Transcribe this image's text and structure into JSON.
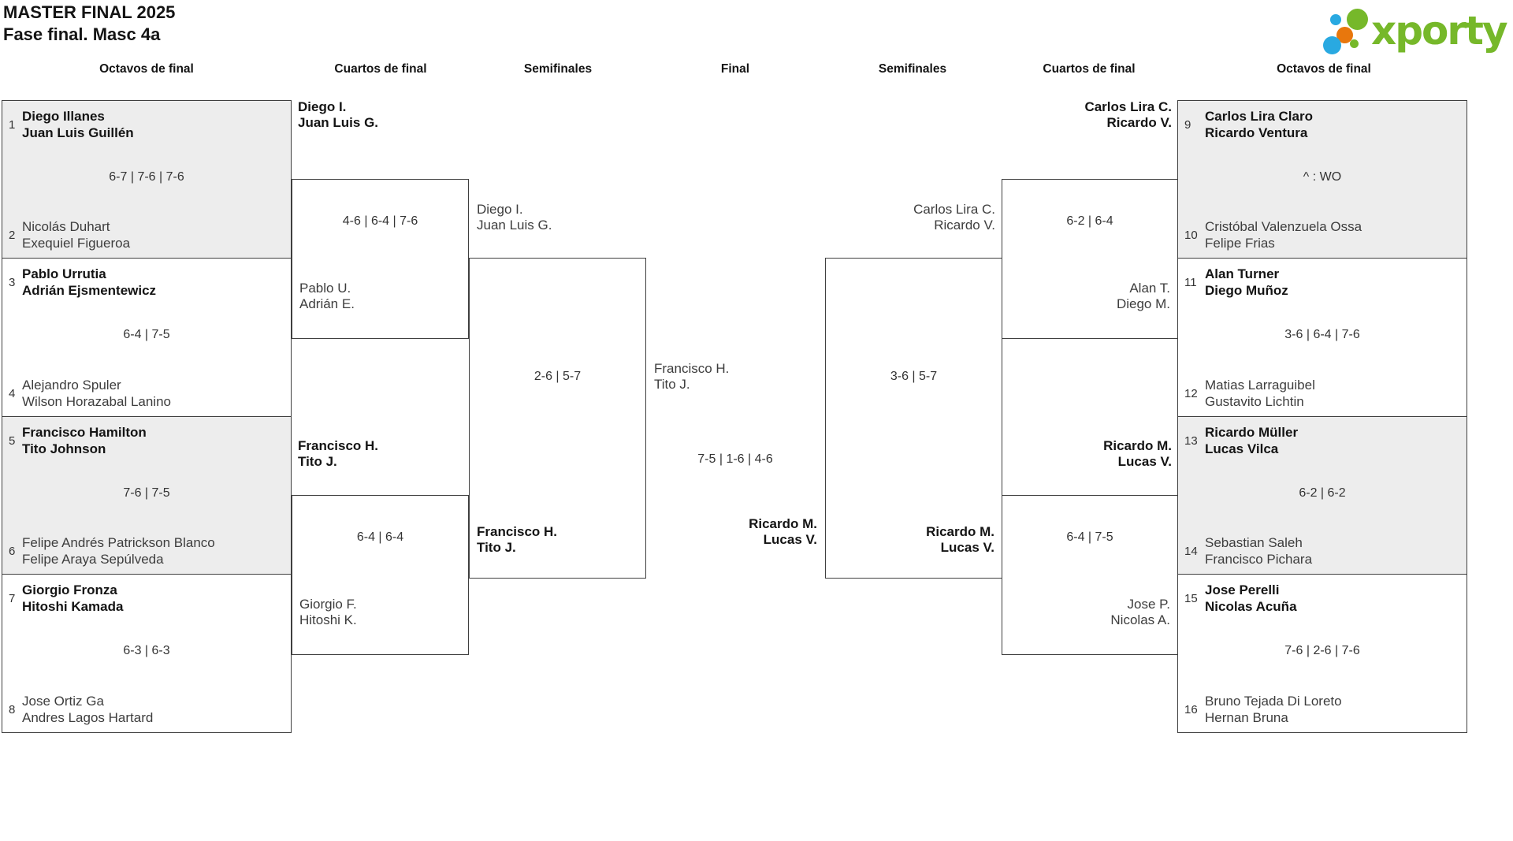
{
  "header": {
    "title": "MASTER FINAL 2025",
    "subtitle": "Fase final. Masc 4a"
  },
  "logo": {
    "brand": "xporty"
  },
  "colors": {
    "logo_green": "#76B82A",
    "logo_blue": "#29A9E1",
    "logo_orange": "#E8770D",
    "box_fill": "#EDEDED",
    "line": "#3F3F3F"
  },
  "rounds": [
    "Octavos de final",
    "Cuartos de final",
    "Semifinales",
    "Final",
    "Semifinales",
    "Cuartos de final",
    "Octavos de final"
  ],
  "octavos_left": [
    {
      "seed_top": "1",
      "p1": "Diego Illanes",
      "p2": "Juan Luis Guillén",
      "score": "6-7 | 7-6 | 7-6",
      "seed_bottom": "2",
      "p3": "Nicolás Duhart",
      "p4": "Exequiel Figueroa"
    },
    {
      "seed_top": "3",
      "p1": "Pablo Urrutia",
      "p2": "Adrián Ejsmentewicz",
      "score": "6-4 | 7-5",
      "seed_bottom": "4",
      "p3": "Alejandro Spuler",
      "p4": "Wilson Horazabal Lanino"
    },
    {
      "seed_top": "5",
      "p1": "Francisco Hamilton",
      "p2": "Tito Johnson",
      "score": "7-6 | 7-5",
      "seed_bottom": "6",
      "p3": "Felipe Andrés Patrickson Blanco",
      "p4": "Felipe Araya Sepúlveda"
    },
    {
      "seed_top": "7",
      "p1": "Giorgio Fronza",
      "p2": "Hitoshi Kamada",
      "score": "6-3 | 6-3",
      "seed_bottom": "8",
      "p3": "Jose Ortiz Ga",
      "p4": "Andres Lagos Hartard"
    }
  ],
  "octavos_right": [
    {
      "seed_top": "9",
      "p1": "Carlos Lira Claro",
      "p2": "Ricardo Ventura",
      "score": "^ : WO",
      "seed_bottom": "10",
      "p3": "Cristóbal Valenzuela Ossa",
      "p4": "Felipe Frias"
    },
    {
      "seed_top": "11",
      "p1": "Alan Turner",
      "p2": "Diego Muñoz",
      "score": "3-6 | 6-4 | 7-6",
      "seed_bottom": "12",
      "p3": "Matias Larraguibel",
      "p4": "Gustavito Lichtin"
    },
    {
      "seed_top": "13",
      "p1": "Ricardo Müller",
      "p2": "Lucas Vilca",
      "score": "6-2 | 6-2",
      "seed_bottom": "14",
      "p3": "Sebastian Saleh",
      "p4": "Francisco Pichara"
    },
    {
      "seed_top": "15",
      "p1": "Jose Perelli",
      "p2": "Nicolas Acuña",
      "score": "7-6 | 2-6 | 7-6",
      "seed_bottom": "16",
      "p3": "Bruno Tejada Di Loreto",
      "p4": "Hernan Bruna"
    }
  ],
  "cuartos_left": [
    {
      "w1": "Diego I.",
      "w2": "Juan Luis G.",
      "score": "4-6 | 6-4 | 7-6",
      "l1": "Pablo U.",
      "l2": "Adrián E."
    },
    {
      "w1": "Francisco H.",
      "w2": "Tito J.",
      "score": "6-4 | 6-4",
      "l1": "Giorgio F.",
      "l2": "Hitoshi K."
    }
  ],
  "cuartos_right": [
    {
      "w1": "Carlos Lira C.",
      "w2": "Ricardo V.",
      "score": "6-2 | 6-4",
      "l1": "Alan T.",
      "l2": "Diego M."
    },
    {
      "w1": "Ricardo M.",
      "w2": "Lucas V.",
      "score": "6-4 | 7-5",
      "l1": "Jose P.",
      "l2": "Nicolas A."
    }
  ],
  "semis_left": {
    "t1": "Diego I.",
    "t2": "Juan Luis G.",
    "score": "2-6 | 5-7",
    "b1": "Francisco H.",
    "b2": "Tito J."
  },
  "semis_right": {
    "t1": "Carlos Lira C.",
    "t2": "Ricardo V.",
    "score": "3-6 | 5-7",
    "b1": "Ricardo M.",
    "b2": "Lucas V."
  },
  "final": {
    "t1": "Francisco H.",
    "t2": "Tito J.",
    "score": "7-5 | 1-6 | 4-6",
    "b1": "Ricardo M.",
    "b2": "Lucas V."
  }
}
